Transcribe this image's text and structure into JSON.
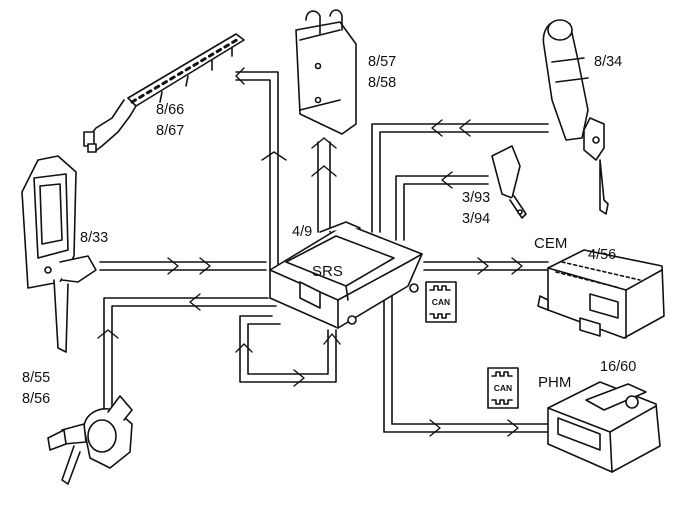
{
  "diagram": {
    "central_module": {
      "name": "SRS",
      "ref": "4/9"
    },
    "labels": {
      "curtain_front": [
        "8/66",
        "8/67"
      ],
      "side_module": [
        "8/57",
        "8/58"
      ],
      "pretensioner_right": "8/34",
      "buckle": [
        "3/93",
        "3/94"
      ],
      "pretensioner_left": "8/33",
      "cem_name": "CEM",
      "cem_ref": "4/56",
      "phm_name": "PHM",
      "phm_ref": "16/60",
      "sensor_lower": [
        "8/55",
        "8/56"
      ]
    },
    "bus_symbols": [
      "CAN",
      "CAN"
    ]
  },
  "colors": {
    "line": "#111111",
    "background": "#ffffff",
    "fill": "#ffffff"
  }
}
